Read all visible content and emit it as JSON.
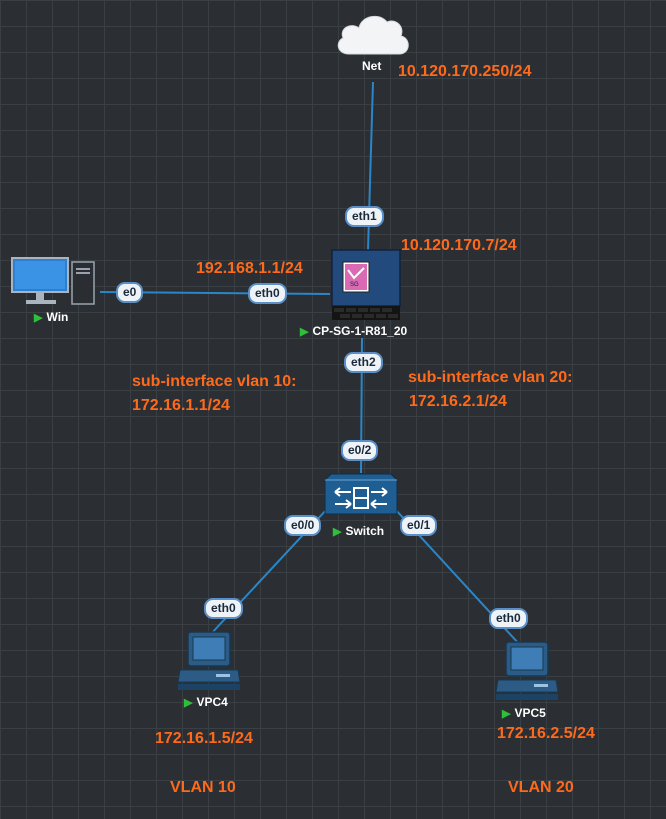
{
  "nodes": {
    "net": {
      "name": "Net"
    },
    "firewall": {
      "name": "CP-SG-1-R81_20"
    },
    "win": {
      "name": "Win"
    },
    "switch": {
      "name": "Switch"
    },
    "vpc4": {
      "name": "VPC4"
    },
    "vpc5": {
      "name": "VPC5"
    }
  },
  "ports": {
    "fw_eth1": "eth1",
    "fw_eth0": "eth0",
    "fw_eth2": "eth2",
    "win_e0": "e0",
    "sw_e0_2": "e0/2",
    "sw_e0_0": "e0/0",
    "sw_e0_1": "e0/1",
    "vpc4_eth0": "eth0",
    "vpc5_eth0": "eth0"
  },
  "annotations": {
    "net_ip": "10.120.170.250/24",
    "fw_eth1_ip": "10.120.170.7/24",
    "fw_eth0_ip": "192.168.1.1/24",
    "subif_vlan10_title": "sub-interface vlan 10:",
    "subif_vlan10_ip": "172.16.1.1/24",
    "subif_vlan20_title": "sub-interface vlan 20:",
    "subif_vlan20_ip": "172.16.2.1/24",
    "vpc4_ip": "172.16.1.5/24",
    "vpc5_ip": "172.16.2.5/24",
    "vlan10": "VLAN 10",
    "vlan20": "VLAN 20"
  },
  "colors": {
    "background": "#2b2f33",
    "link": "#2a86c8",
    "annotation": "#ff6a1a",
    "running": "#2fbf3a"
  }
}
